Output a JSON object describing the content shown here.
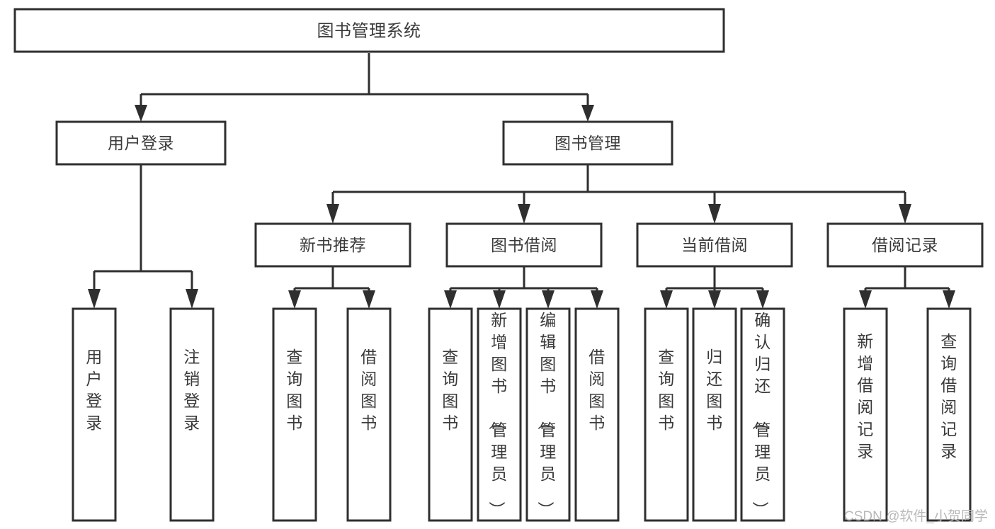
{
  "diagram": {
    "type": "tree",
    "title": "图书管理系统",
    "watermark": "CSDN @软件_小贺同学",
    "colors": {
      "stroke": "#2f2f2f",
      "fill": "#ffffff",
      "text": "#3a3a3a",
      "watermark": "#b9b9b9",
      "background": "#ffffff"
    },
    "levels": [
      {
        "name": "root",
        "nodes": [
          {
            "id": "root",
            "label": "图书管理系统",
            "orientation": "horizontal"
          }
        ]
      },
      {
        "name": "level-1",
        "nodes": [
          {
            "id": "user-login",
            "label": "用户登录",
            "orientation": "horizontal",
            "parent": "root"
          },
          {
            "id": "book-manage",
            "label": "图书管理",
            "orientation": "horizontal",
            "parent": "root"
          }
        ]
      },
      {
        "name": "level-2",
        "nodes": [
          {
            "id": "new-book-rec",
            "label": "新书推荐",
            "orientation": "horizontal",
            "parent": "book-manage"
          },
          {
            "id": "book-borrow",
            "label": "图书借阅",
            "orientation": "horizontal",
            "parent": "book-manage"
          },
          {
            "id": "current-borrow",
            "label": "当前借阅",
            "orientation": "horizontal",
            "parent": "book-manage"
          },
          {
            "id": "borrow-record",
            "label": "借阅记录",
            "orientation": "horizontal",
            "parent": "book-manage"
          }
        ]
      },
      {
        "name": "leaves",
        "nodes": [
          {
            "id": "leaf-user-login",
            "label": "用户登录",
            "orientation": "vertical",
            "parent": "user-login"
          },
          {
            "id": "leaf-user-logout",
            "label": "注销登录",
            "orientation": "vertical",
            "parent": "user-login"
          },
          {
            "id": "leaf-query-book-1",
            "label": "查询图书",
            "orientation": "vertical",
            "parent": "new-book-rec"
          },
          {
            "id": "leaf-borrow-book-1",
            "label": "借阅图书",
            "orientation": "vertical",
            "parent": "new-book-rec"
          },
          {
            "id": "leaf-query-book-2",
            "label": "查询图书",
            "orientation": "vertical",
            "parent": "book-borrow"
          },
          {
            "id": "leaf-add-book",
            "label": "新增图书（管理员）",
            "orientation": "vertical",
            "parent": "book-borrow"
          },
          {
            "id": "leaf-edit-book",
            "label": "编辑图书（管理员）",
            "orientation": "vertical",
            "parent": "book-borrow"
          },
          {
            "id": "leaf-borrow-book-2",
            "label": "借阅图书",
            "orientation": "vertical",
            "parent": "book-borrow"
          },
          {
            "id": "leaf-query-book-3",
            "label": "查询图书",
            "orientation": "vertical",
            "parent": "current-borrow"
          },
          {
            "id": "leaf-return-book",
            "label": "归还图书",
            "orientation": "vertical",
            "parent": "current-borrow"
          },
          {
            "id": "leaf-confirm-return",
            "label": "确认归还（管理员）",
            "orientation": "vertical",
            "parent": "current-borrow"
          },
          {
            "id": "leaf-add-record",
            "label": "新增借阅记录",
            "orientation": "vertical",
            "parent": "borrow-record"
          },
          {
            "id": "leaf-query-record",
            "label": "查询借阅记录",
            "orientation": "vertical",
            "parent": "borrow-record"
          }
        ]
      }
    ]
  }
}
